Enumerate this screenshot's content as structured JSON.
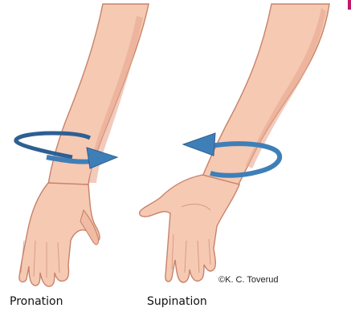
{
  "labels": {
    "pronation": "Pronation",
    "supination": "Supination"
  },
  "credit": "©K. C. Toverud",
  "colors": {
    "skin": "#f6c9b3",
    "skin_shade": "#e8a98f",
    "outline": "#c7826a",
    "arrow": "#3f7fb8",
    "arrow_dark": "#2e5f92",
    "corner_accent": "#c0186a"
  }
}
